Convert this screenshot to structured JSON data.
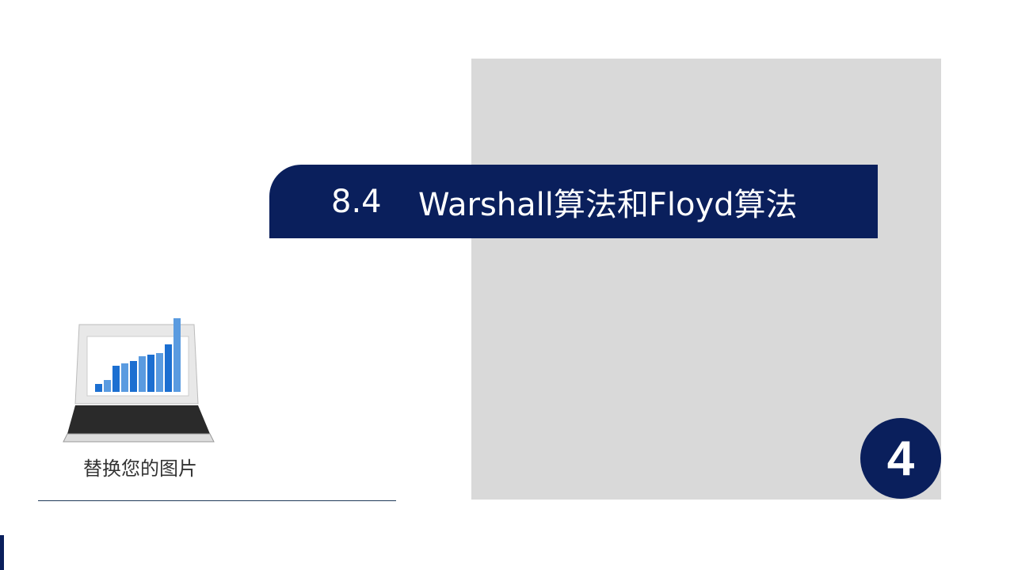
{
  "slide": {
    "section_number": "8.4",
    "title": "Warshall算法和Floyd算法",
    "badge_number": "4",
    "image_caption": "替换您的图片"
  },
  "colors": {
    "accent": "#0a1f5c",
    "panel": "#d9d9d9"
  }
}
